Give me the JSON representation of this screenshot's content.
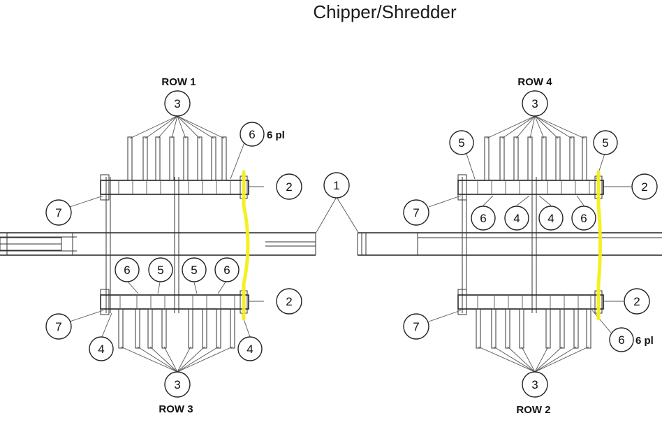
{
  "title": "Chipper/Shredder",
  "row_labels": {
    "row1": "ROW 1",
    "row2": "ROW 2",
    "row3": "ROW 3",
    "row4": "ROW 4"
  },
  "callouts": {
    "shaft": "1",
    "end_plate": "2",
    "hammer": "3",
    "spacer": "4",
    "washer": "5",
    "bushing": "6",
    "rod": "7"
  },
  "qty_note": "6 pl",
  "highlight_color": "#f4ee1a"
}
